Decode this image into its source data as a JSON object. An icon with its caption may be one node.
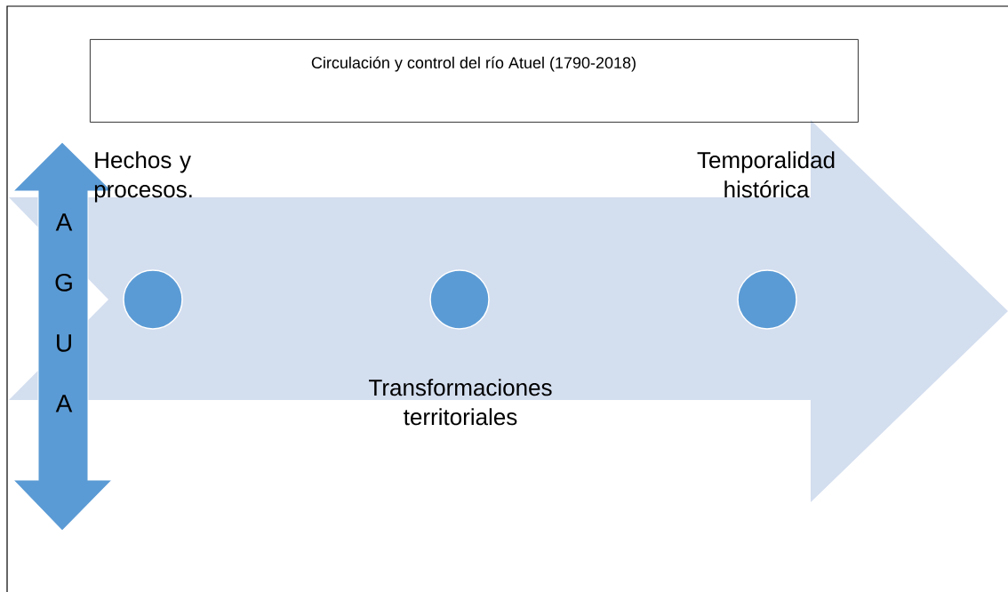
{
  "diagram": {
    "nodes": [
      {
        "text": [
          "Circulación y control del río Atuel (1790-2018)"
        ]
      },
      {
        "text": [
          "A G U A"
        ]
      },
      {
        "text": [],
        "shape": "circle"
      },
      {
        "text": [],
        "shape": "circle"
      },
      {
        "text": [],
        "shape": "circle"
      }
    ],
    "labels": [
      "Hechos y procesos.",
      "Temporalidad histórica",
      "Transformaciones territoriales"
    ]
  }
}
